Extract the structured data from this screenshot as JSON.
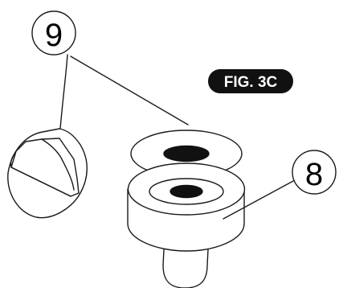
{
  "figure": {
    "label": "FIG. 3C",
    "callouts": [
      {
        "number": "9"
      },
      {
        "number": "8"
      }
    ],
    "colors": {
      "line": "#1a1a1a",
      "fill": "#ffffff",
      "hole": "#111111",
      "badge": "#111111",
      "badge_text": "#ffffff"
    }
  }
}
